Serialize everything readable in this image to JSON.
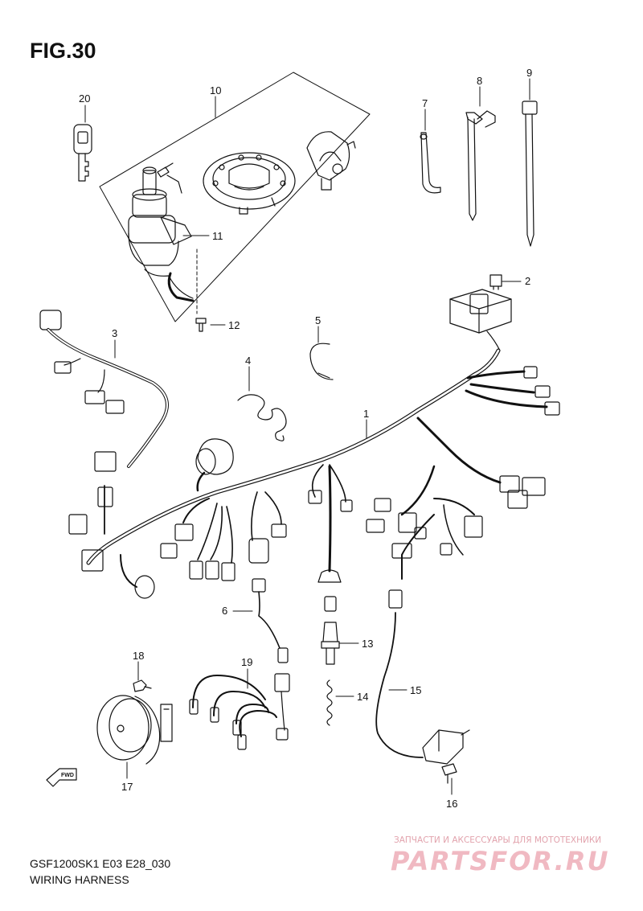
{
  "figure": {
    "title": "FIG.30",
    "model_code": "GSF1200SK1 E03 E28_030",
    "section_name": "WIRING HARNESS",
    "fwd_marker": "FWD"
  },
  "callouts": [
    "1",
    "2",
    "3",
    "4",
    "5",
    "6",
    "7",
    "8",
    "9",
    "10",
    "11",
    "12",
    "13",
    "14",
    "15",
    "16",
    "17",
    "18",
    "19",
    "20"
  ],
  "watermark": {
    "tagline": "ЗАПЧАСТИ И АКСЕССУАРЫ ДЛЯ МОТОТЕХНИКИ",
    "logo": "PARTSFOR.RU",
    "color": "#f0b9c2"
  }
}
